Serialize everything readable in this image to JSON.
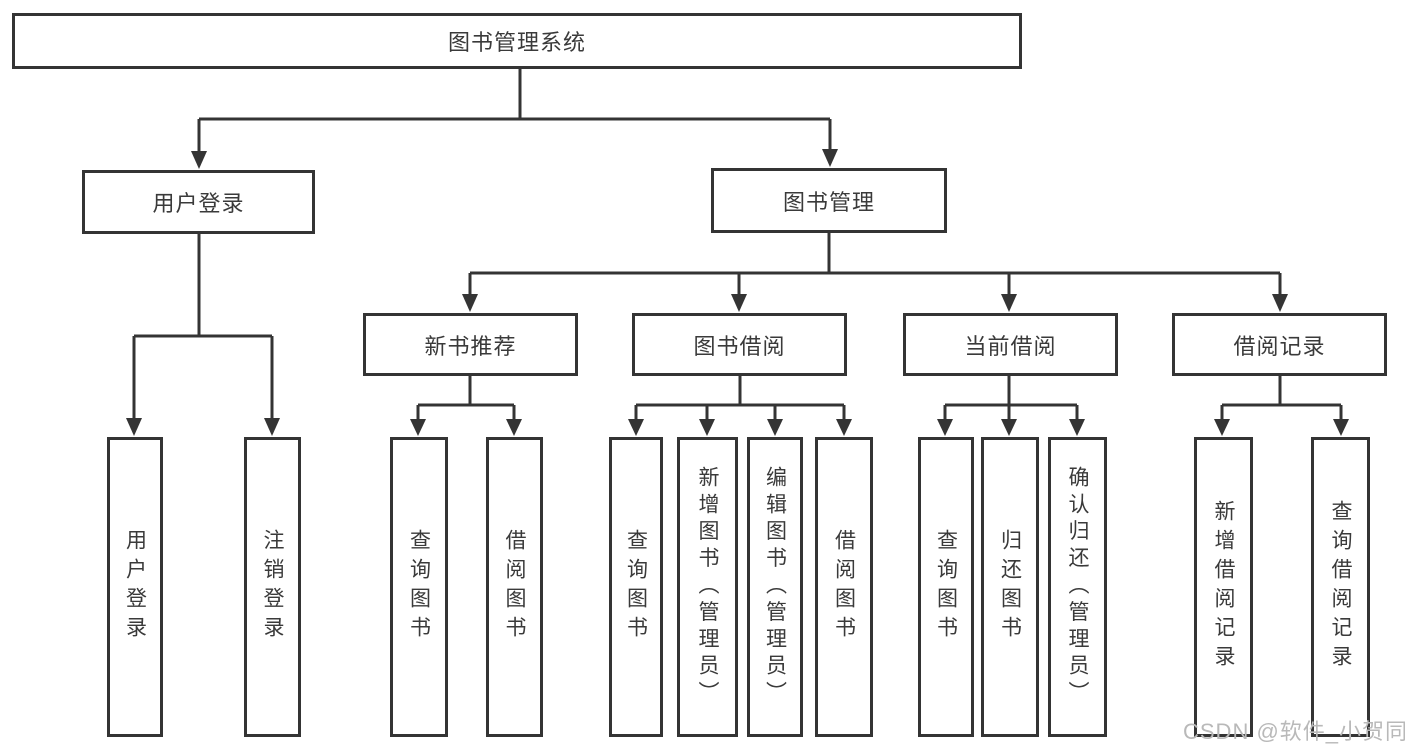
{
  "diagram": {
    "root": {
      "label": "图书管理系统"
    },
    "branches": [
      {
        "label": "用户登录",
        "children": [
          {
            "label": "用户登录"
          },
          {
            "label": "注销登录"
          }
        ]
      },
      {
        "label": "图书管理",
        "groups": [
          {
            "label": "新书推荐",
            "children": [
              {
                "label": "查询图书"
              },
              {
                "label": "借阅图书"
              }
            ]
          },
          {
            "label": "图书借阅",
            "children": [
              {
                "label": "查询图书"
              },
              {
                "label": "新增图书（管理员）"
              },
              {
                "label": "编辑图书（管理员）"
              },
              {
                "label": "借阅图书"
              }
            ]
          },
          {
            "label": "当前借阅",
            "children": [
              {
                "label": "查询图书"
              },
              {
                "label": "归还图书"
              },
              {
                "label": "确认归还（管理员）"
              }
            ]
          },
          {
            "label": "借阅记录",
            "children": [
              {
                "label": "新增借阅记录"
              },
              {
                "label": "查询借阅记录"
              }
            ]
          }
        ]
      }
    ],
    "watermark": "CSDN @软件_小贺同学",
    "colors": {
      "line": "#343434",
      "text": "#3a3a3a",
      "background": "#ffffff",
      "watermark": "#b9b9b9"
    }
  }
}
